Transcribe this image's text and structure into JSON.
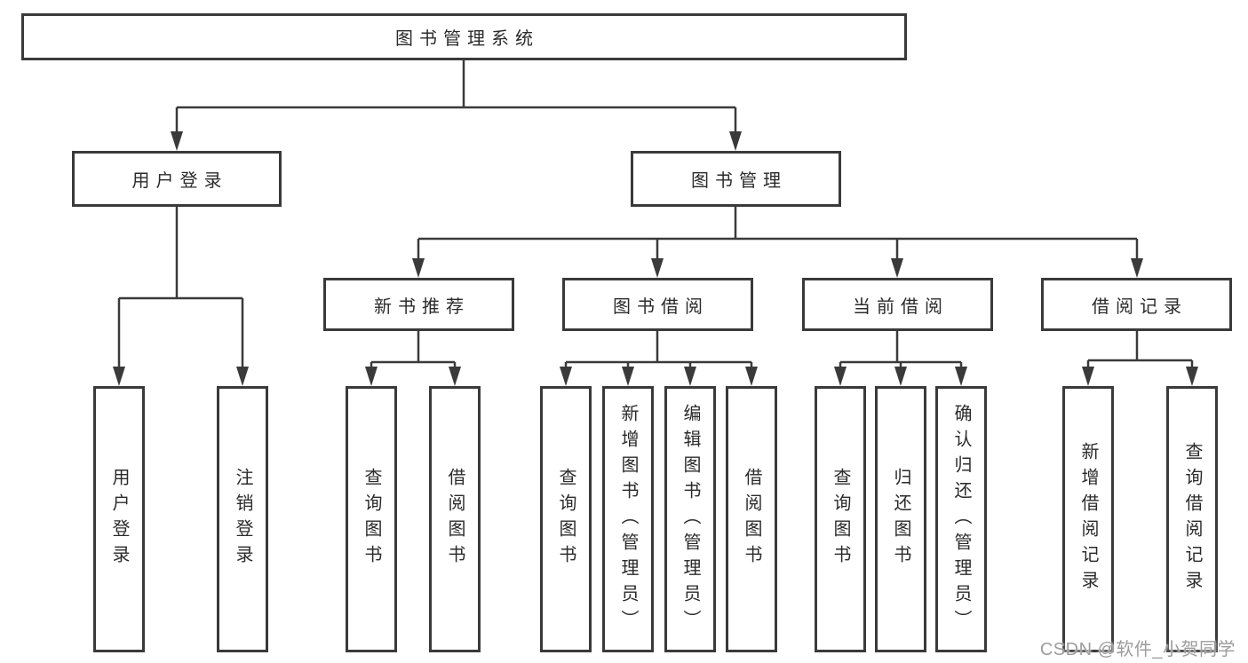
{
  "diagram": {
    "tree": {
      "root": {
        "label": "图书管理系统",
        "children": [
          {
            "label": "用户登录",
            "children": [
              {
                "label": "用户登录"
              },
              {
                "label": "注销登录"
              }
            ]
          },
          {
            "label": "图书管理",
            "children": [
              {
                "label": "新书推荐",
                "children": [
                  {
                    "label": "查询图书"
                  },
                  {
                    "label": "借阅图书"
                  }
                ]
              },
              {
                "label": "图书借阅",
                "children": [
                  {
                    "label": "查询图书"
                  },
                  {
                    "label": "新增图书（管理员）"
                  },
                  {
                    "label": "编辑图书（管理员）"
                  },
                  {
                    "label": "借阅图书"
                  }
                ]
              },
              {
                "label": "当前借阅",
                "children": [
                  {
                    "label": "查询图书"
                  },
                  {
                    "label": "归还图书"
                  },
                  {
                    "label": "确认归还（管理员）"
                  }
                ]
              },
              {
                "label": "借阅记录",
                "children": [
                  {
                    "label": "新增借阅记录"
                  },
                  {
                    "label": "查询借阅记录"
                  }
                ]
              }
            ]
          }
        ]
      }
    },
    "colors": {
      "line": "#3a3a3a",
      "box_border": "#3a3a3a",
      "box_background": "#ffffff",
      "text": "#2b2b2b",
      "watermark": "#9c9c9c"
    }
  },
  "watermark": {
    "text": "CSDN @软件_小贺同学"
  }
}
